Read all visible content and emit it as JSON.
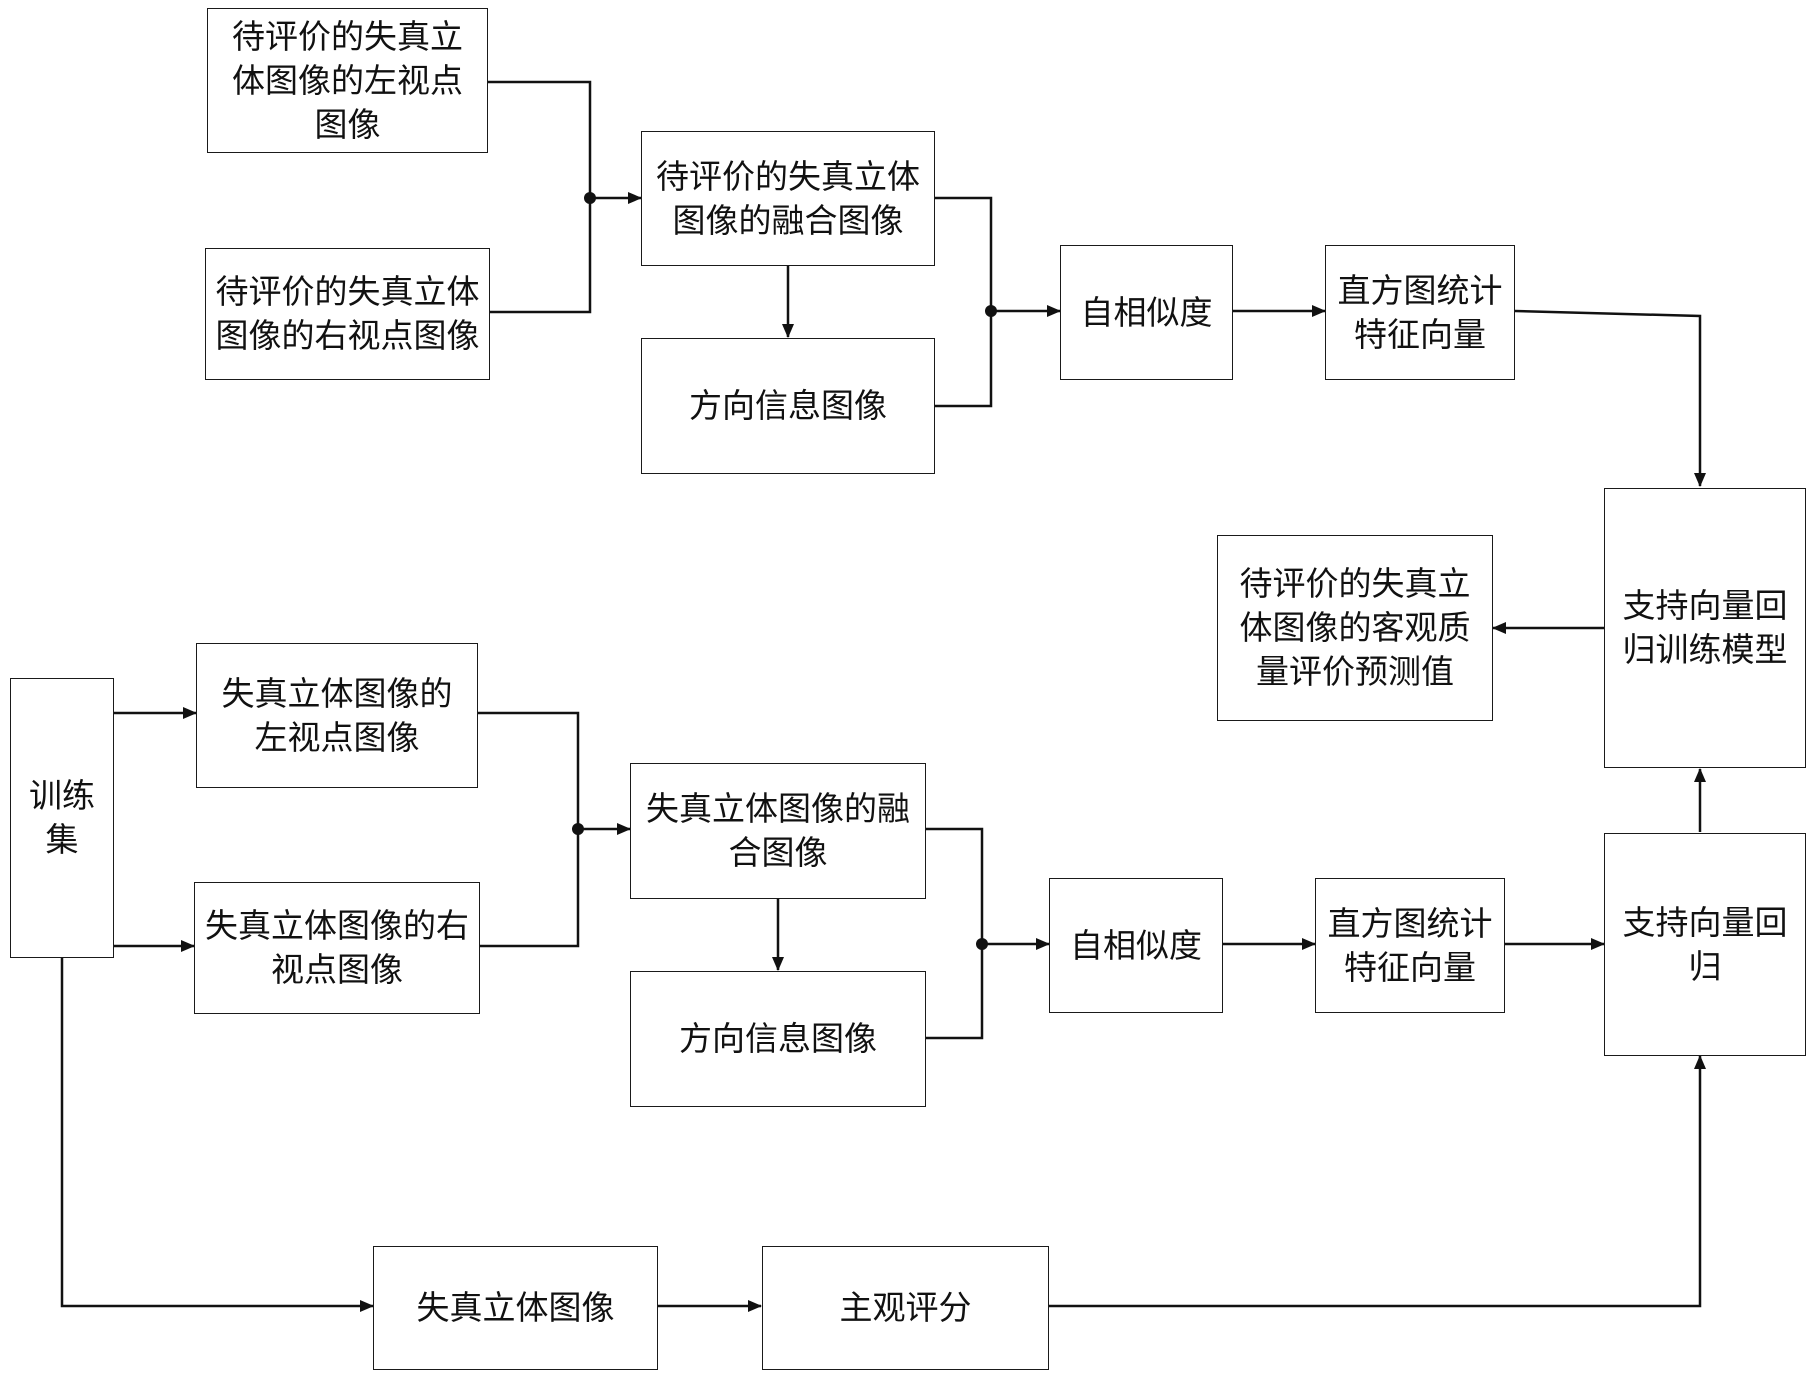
{
  "top": {
    "left_view": "待评价的失真立\n体图像的左视点\n图像",
    "right_view": "待评价的失真立体\n图像的右视点图像",
    "fusion": "待评价的失真立体\n图像的融合图像",
    "orientation": "方向信息图像",
    "self_similarity": "自相似度",
    "histogram": "直方图统计\n特征向量"
  },
  "right": {
    "svr_model": "支持向量回\n归训练模型",
    "prediction": "待评价的失真立\n体图像的客观质\n量评价预测值",
    "svr": "支持向量回\n归"
  },
  "bottom": {
    "training_set": "训练\n集",
    "left_view": "失真立体图像的\n左视点图像",
    "right_view": "失真立体图像的右\n视点图像",
    "fusion": "失真立体图像的融\n合图像",
    "orientation": "方向信息图像",
    "self_similarity": "自相似度",
    "histogram": "直方图统计\n特征向量",
    "distorted_image": "失真立体图像",
    "subjective_score": "主观评分"
  }
}
